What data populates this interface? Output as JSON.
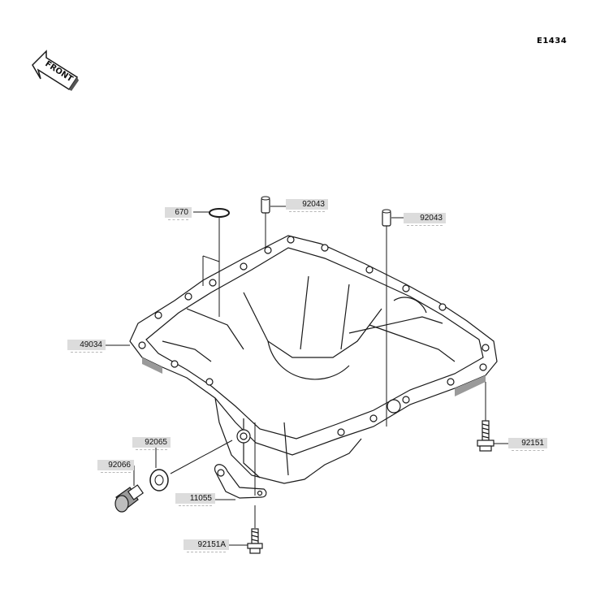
{
  "diagram_code": "E1434",
  "front_indicator": "FRONT",
  "parts": [
    {
      "id": "p670",
      "number": "670",
      "name": "o-ring"
    },
    {
      "id": "p92043a",
      "number": "92043",
      "name": "dowel-pin-left"
    },
    {
      "id": "p92043b",
      "number": "92043",
      "name": "dowel-pin-right"
    },
    {
      "id": "p49034",
      "number": "49034",
      "name": "oil-pan"
    },
    {
      "id": "p92151",
      "number": "92151",
      "name": "bolt-side"
    },
    {
      "id": "p92065",
      "number": "92065",
      "name": "gasket-washer"
    },
    {
      "id": "p92066",
      "number": "92066",
      "name": "drain-plug"
    },
    {
      "id": "p11055",
      "number": "11055",
      "name": "bracket"
    },
    {
      "id": "p92151A",
      "number": "92151A",
      "name": "bolt-bottom"
    }
  ],
  "colors": {
    "line": "#1a1a1a",
    "label_bg": "#dcdcdc",
    "shade": "#9a9a9a"
  }
}
